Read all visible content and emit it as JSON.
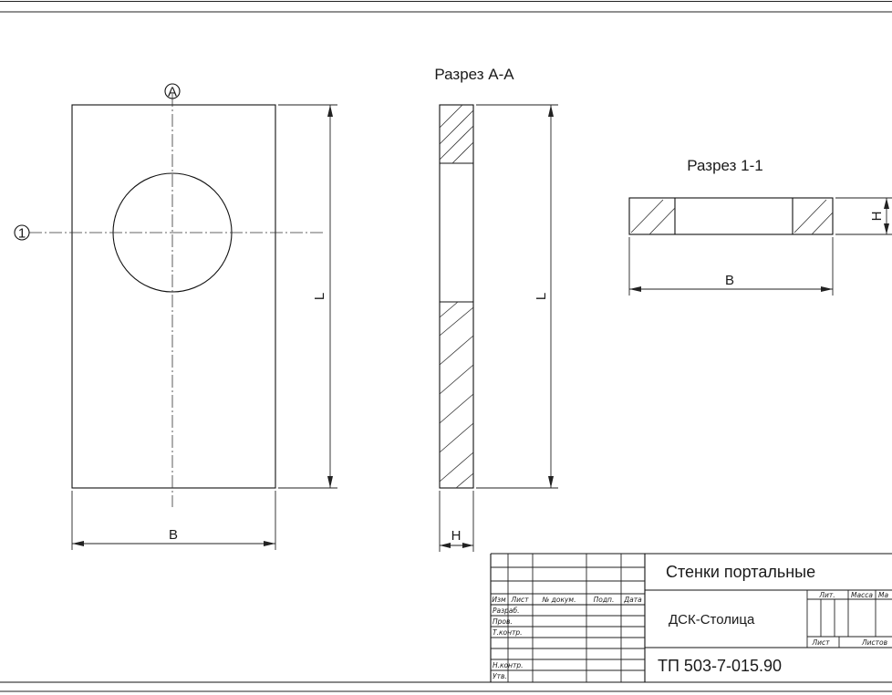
{
  "drawing": {
    "section_aa_title": "Разрез А-А",
    "section_11_title": "Разрез 1-1",
    "plan_marker_a": "А",
    "plan_marker_1": "1",
    "dim_l": "L",
    "dim_b": "B",
    "dim_h": "H"
  },
  "title_block": {
    "name": "Стенки портальные",
    "organization": "ДСК-Столица",
    "project_code": "ТП 503-7-015.90",
    "columns": [
      "Изм",
      "Лист",
      "№ докум.",
      "Подп.",
      "Дата"
    ],
    "rows": [
      "Разраб.",
      "Пров.",
      "Т.контр.",
      "Н.контр.",
      "Утв."
    ],
    "lit_label": "Лит.",
    "mass_label": "Масса",
    "scale_label": "Ма",
    "sheet_label": "Лист",
    "sheets_label": "Листов"
  }
}
